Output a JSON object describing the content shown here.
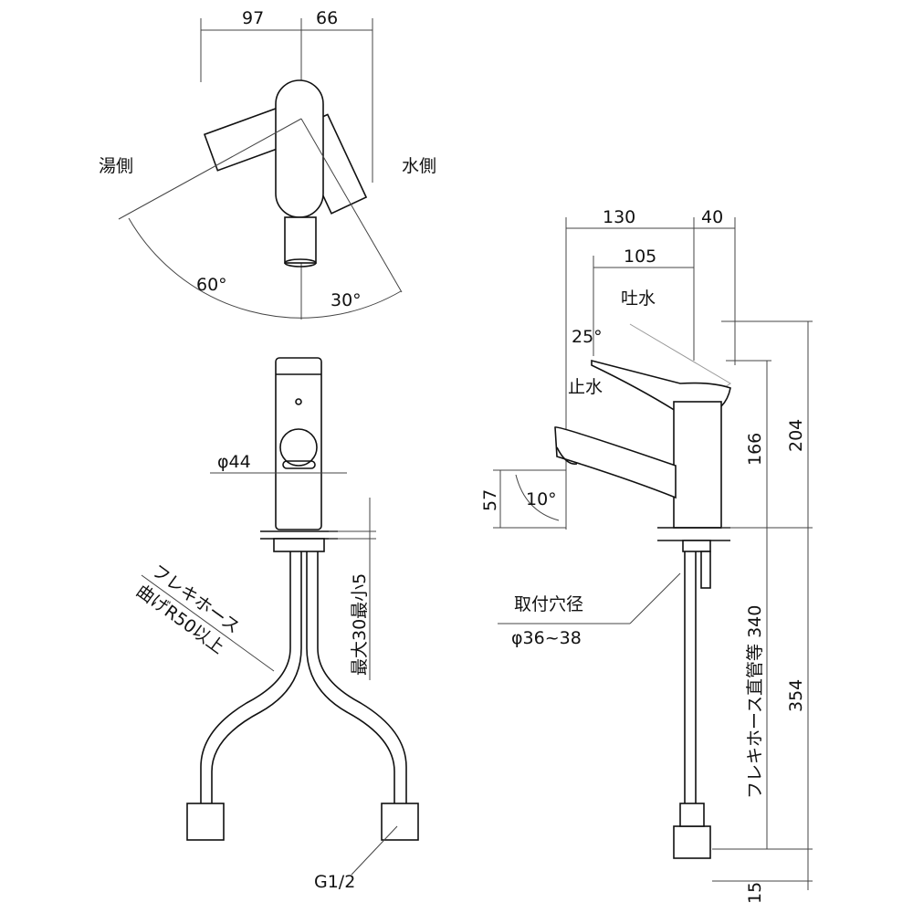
{
  "top_view": {
    "dim_left": "97",
    "dim_right": "66",
    "hot_side": "湯側",
    "cold_side": "水側",
    "angle_hot": "60°",
    "angle_cold": "30°"
  },
  "front_view": {
    "diameter": "φ44",
    "hose_label_1": "フレキホース",
    "hose_label_2": "曲げR50以上",
    "counter_thickness": "最大30最小5",
    "thread": "G1/2"
  },
  "side_view": {
    "dim_130": "130",
    "dim_40": "40",
    "dim_105": "105",
    "water_on": "吐水",
    "angle_25": "25°",
    "water_off": "止水",
    "dim_166": "166",
    "dim_204": "204",
    "dim_57": "57",
    "angle_10": "10°",
    "mount_hole_label": "取付穴径",
    "mount_hole_value": "φ36~38",
    "hose_straight": "フレキホース直管等 340",
    "dim_354": "354",
    "dim_15": "15"
  }
}
